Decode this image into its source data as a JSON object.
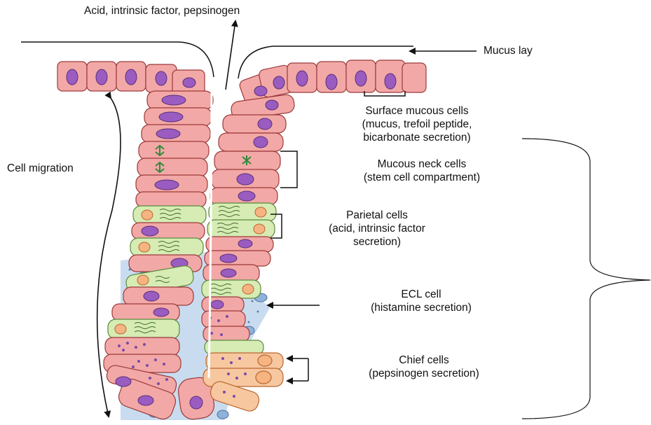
{
  "top_label": "Acid, intrinsic factor, pepsinogen",
  "mucus_label": "Mucus lay",
  "migration_label": "Cell migration",
  "surface": {
    "title": "Surface mucous cells",
    "line2": "(mucus, trefoil peptide,",
    "line3": "bicarbonate secretion)"
  },
  "neck": {
    "title": "Mucous neck cells",
    "line2": "(stem cell compartment)"
  },
  "parietal": {
    "title": "Parietal cells",
    "line2": "(acid, intrinsic factor",
    "line3": "secretion)"
  },
  "ecl": {
    "title": "ECL cell",
    "line2": "(histamine secretion)"
  },
  "chief": {
    "title": "Chief cells",
    "line2": "(pepsinogen secretion)"
  },
  "colors": {
    "mucous_cell": "#f2a8a6",
    "cell_border": "#9b3a3a",
    "nucleus": "#9a5cc0",
    "parietal_cell": "#d6ecb4",
    "parietal_border": "#5a8a3c",
    "nucleus_orange": "#f6b483",
    "chief_cell": "#f7c7a0",
    "lamina": "#c9dcef",
    "dots": "#7a4aa8"
  }
}
